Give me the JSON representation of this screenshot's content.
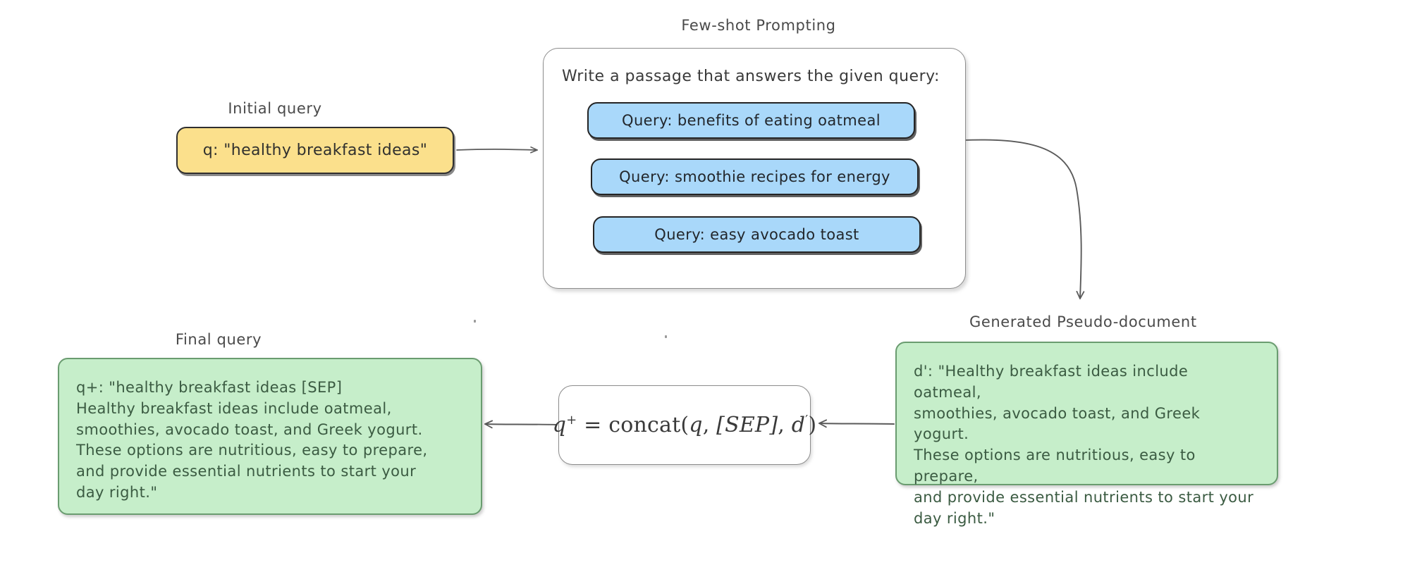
{
  "diagram": {
    "title_fewshot": "Few-shot Prompting",
    "title_initial": "Initial query",
    "title_final": "Final query",
    "title_pseudodoc": "Generated Pseudo-document"
  },
  "initial_query": {
    "label": "Initial query",
    "text": "q: \"healthy breakfast ideas\""
  },
  "fewshot_panel": {
    "label": "Few-shot Prompting",
    "instruction": "Write a passage that answers the given query:",
    "examples": [
      {
        "text": "Query: benefits of eating oatmeal"
      },
      {
        "text": "Query: smoothie recipes for energy"
      },
      {
        "text": "Query: easy avocado toast"
      }
    ]
  },
  "pseudo_document": {
    "label": "Generated Pseudo-document",
    "text": "d': \"Healthy breakfast ideas include oatmeal,\nsmoothies, avocado toast, and Greek yogurt.\nThese options are nutritious, easy to prepare,\nand provide essential nutrients to start your\nday right.\""
  },
  "final_query": {
    "label": "Final query",
    "text": "q+: \"healthy breakfast ideas [SEP]\nHealthy breakfast ideas include oatmeal,\nsmoothies, avocado toast, and Greek yogurt.\nThese options are nutritious, easy to prepare,\nand provide essential nutrients to start your\nday right.\""
  },
  "formula_box": {
    "lhs_var": "q",
    "lhs_sup": "+",
    "equals": "=",
    "fn": "concat",
    "open": "(",
    "arg1": "q",
    "comma1": ", ",
    "arg2": "[SEP]",
    "comma2": ", ",
    "arg3": "d",
    "arg3_prime": "′",
    "close": ")",
    "plain_text": "q+ = concat(q, [SEP], d')"
  },
  "colors": {
    "yellow_fill": "#fbe08c",
    "blue_fill": "#a9d8fa",
    "green_fill": "#c6eeca",
    "green_border": "#6a9c70",
    "dark_border": "#242424",
    "panel_border": "#8c8c8c",
    "arrow": "#5a5a5a",
    "text": "#3d3d3d",
    "background": "#ffffff"
  },
  "arrows": [
    {
      "name": "initial-to-fewshot",
      "from": "initial_query",
      "to": "fewshot_panel",
      "direction": "right"
    },
    {
      "name": "fewshot-to-pseudodoc",
      "from": "fewshot_panel",
      "to": "pseudo_document",
      "direction": "curve-down"
    },
    {
      "name": "pseudodoc-to-formula",
      "from": "pseudo_document",
      "to": "formula_box",
      "direction": "left"
    },
    {
      "name": "formula-to-finalquery",
      "from": "formula_box",
      "to": "final_query",
      "direction": "left"
    }
  ]
}
